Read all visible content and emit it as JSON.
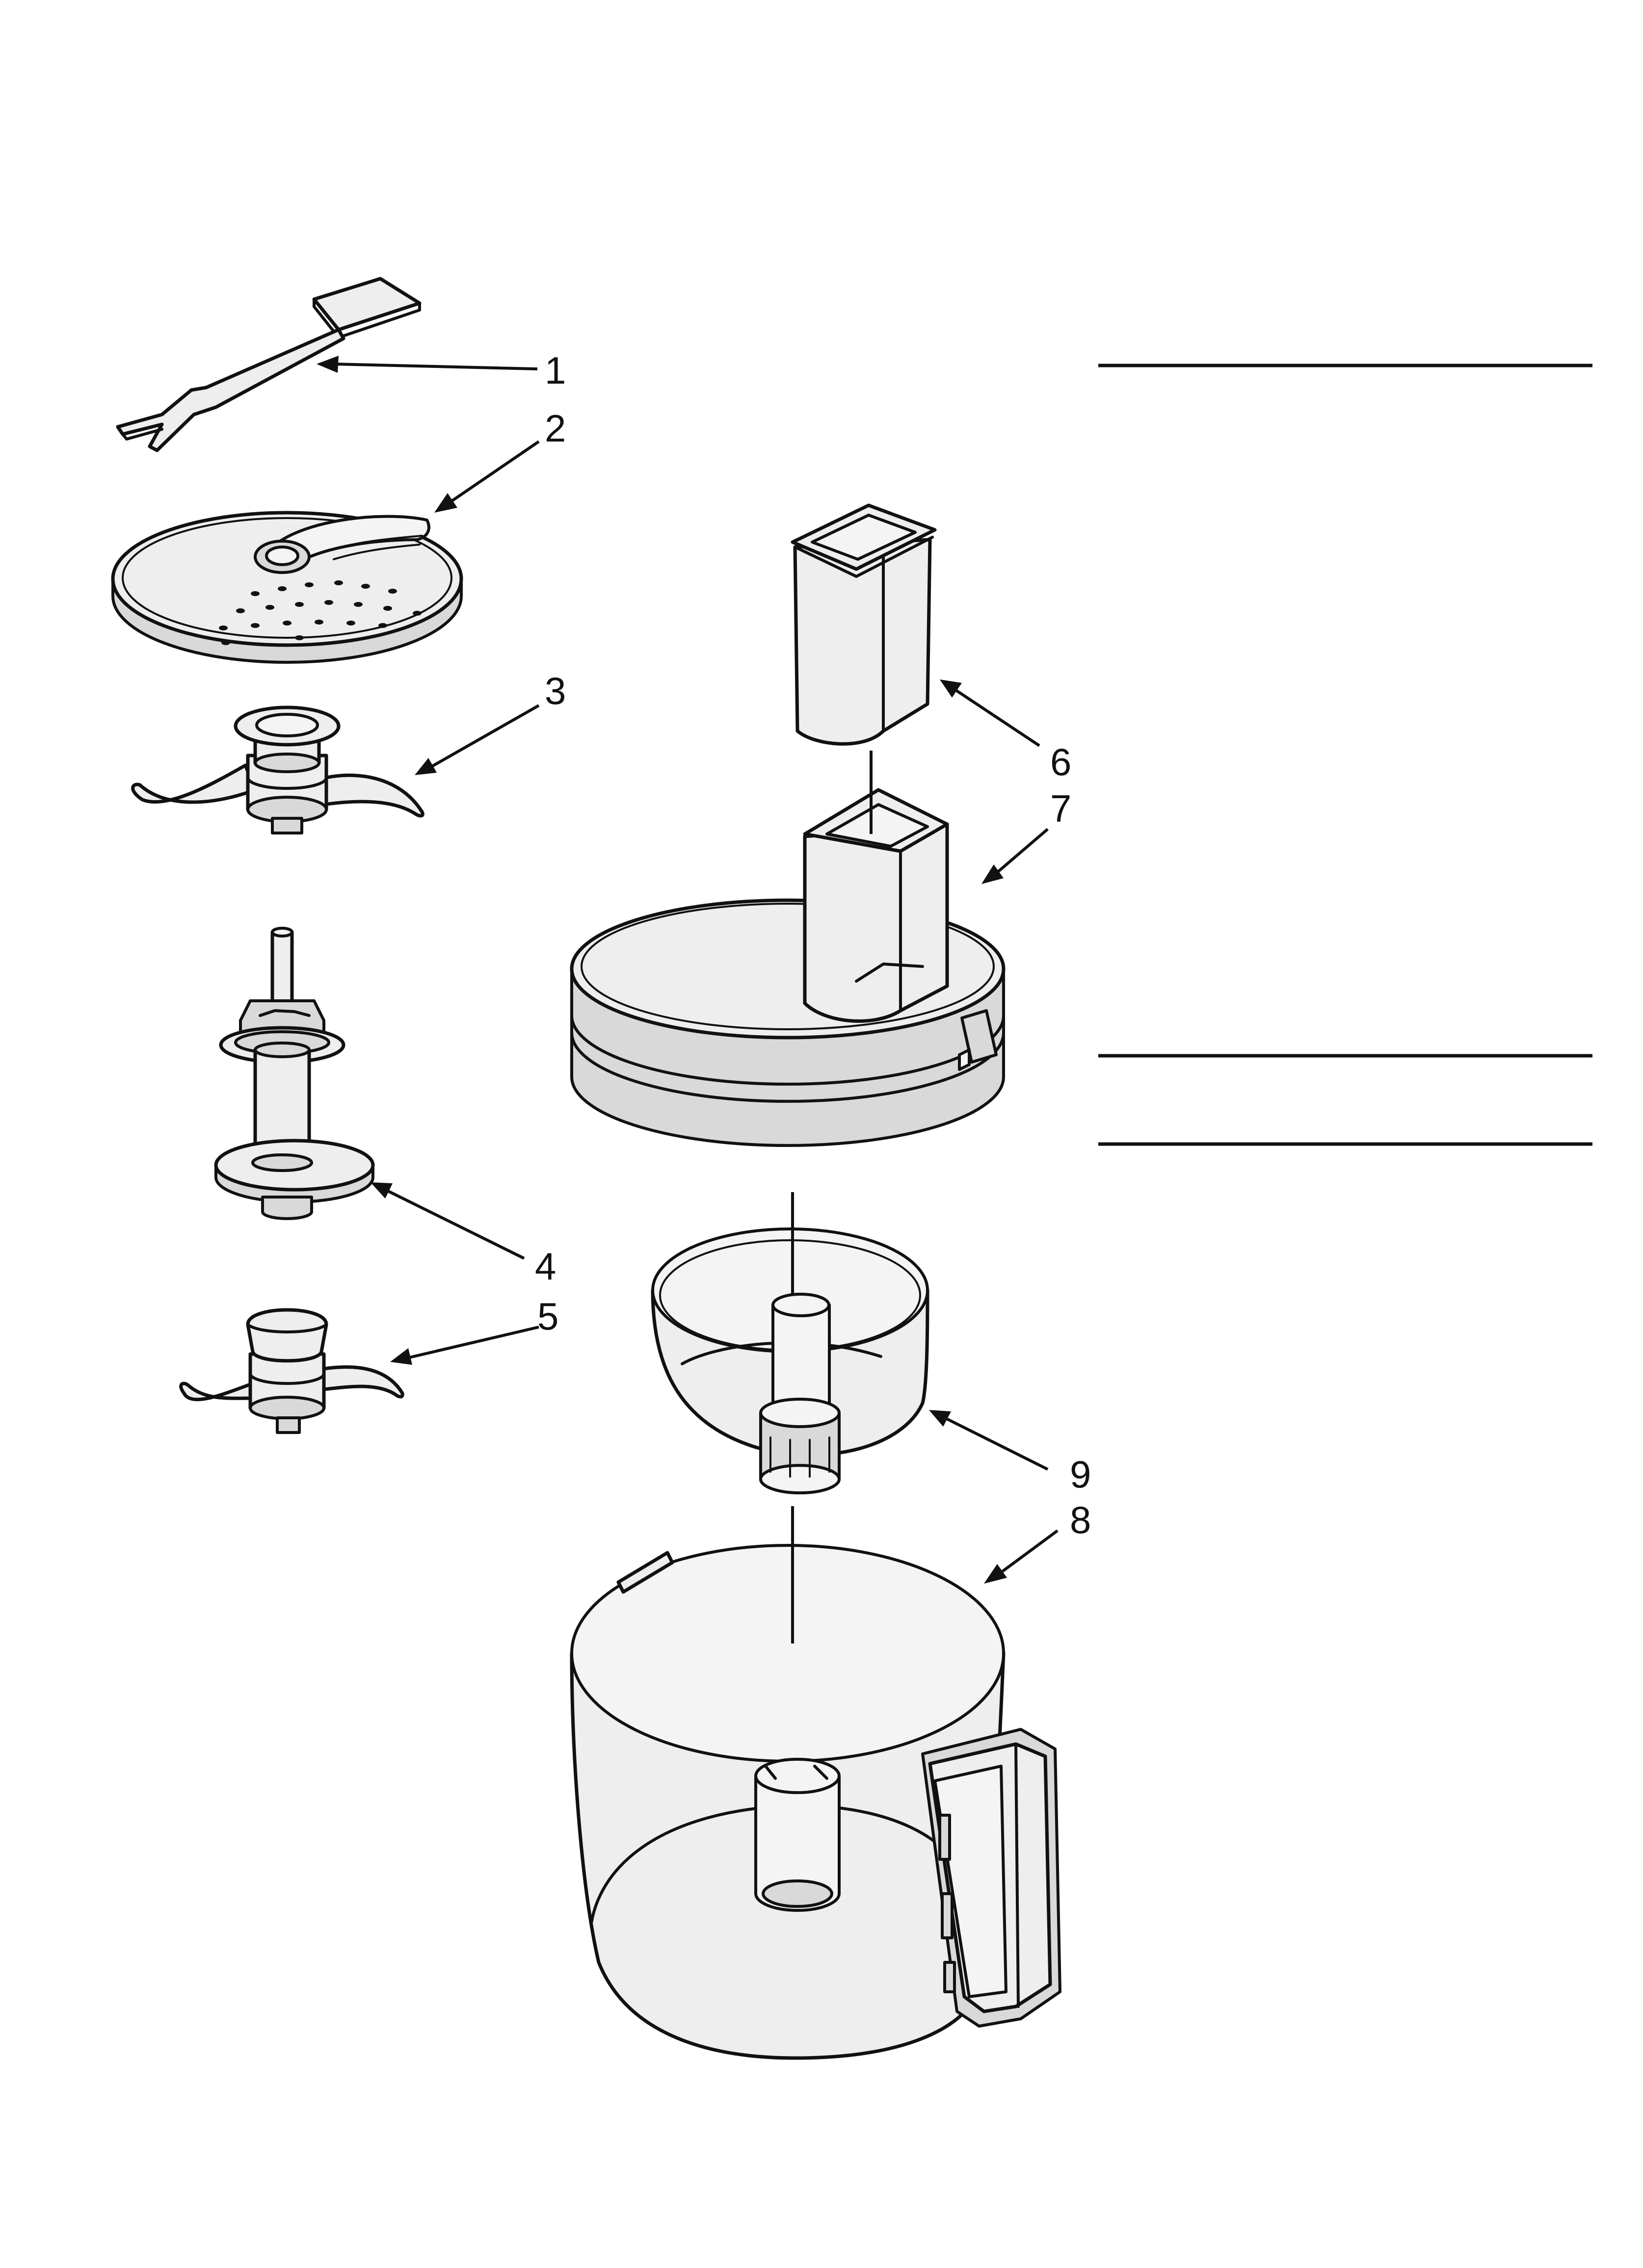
{
  "callouts": [
    {
      "id": "1",
      "label": "1"
    },
    {
      "id": "2",
      "label": "2"
    },
    {
      "id": "3",
      "label": "3"
    },
    {
      "id": "4",
      "label": "4"
    },
    {
      "id": "5",
      "label": "5"
    },
    {
      "id": "6",
      "label": "6"
    },
    {
      "id": "7",
      "label": "7"
    },
    {
      "id": "8",
      "label": "8"
    },
    {
      "id": "9",
      "label": "9"
    }
  ],
  "colors": {
    "line": "#111111",
    "part_fill": "#eeeeee",
    "background": "#ffffff"
  }
}
